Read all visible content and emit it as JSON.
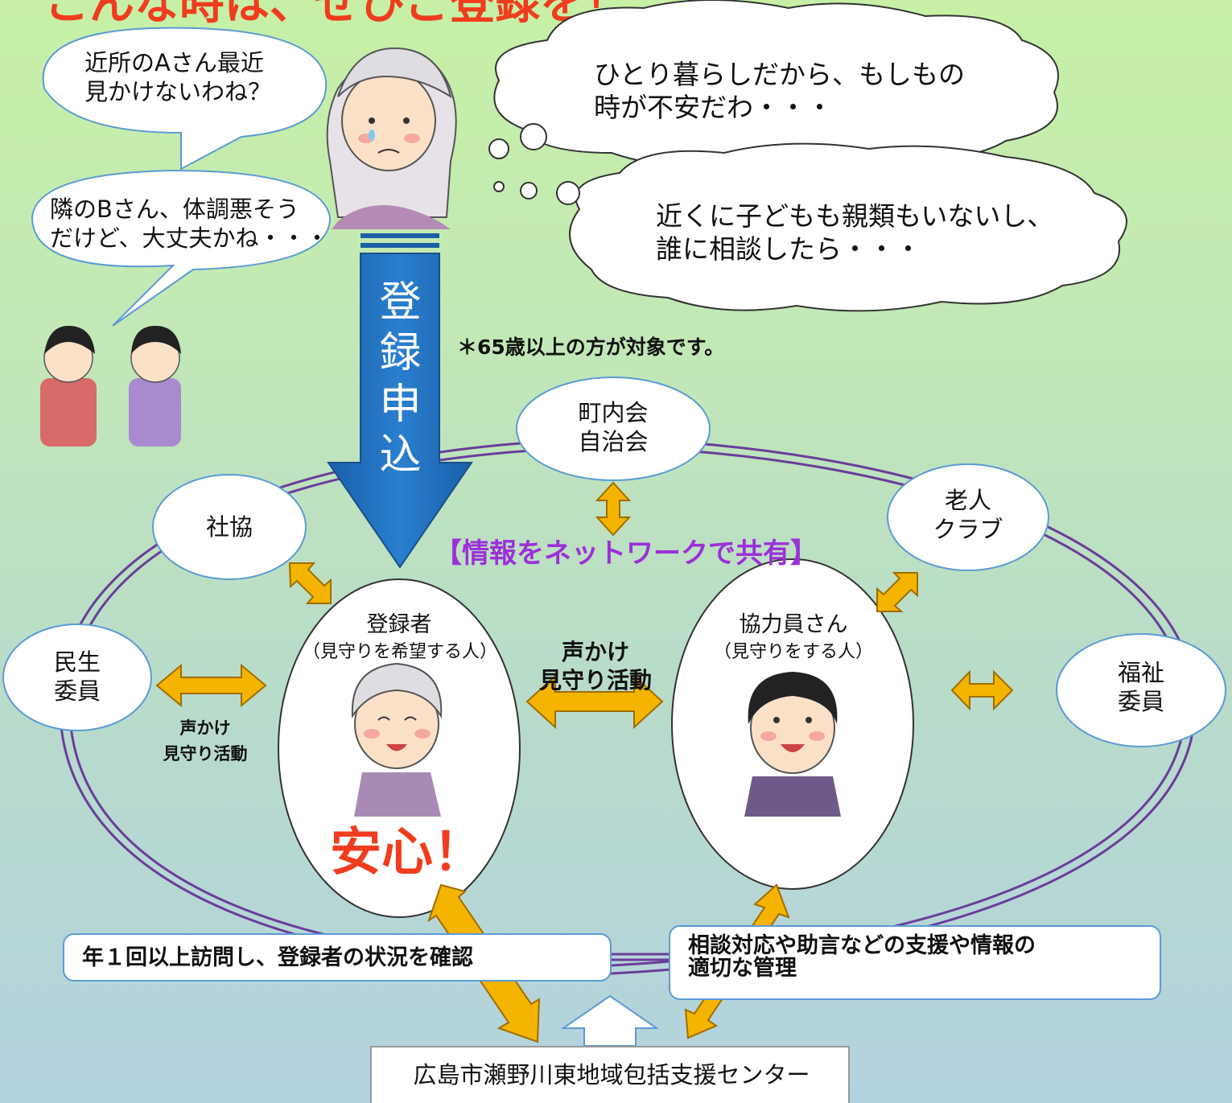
{
  "header": {
    "title_partial": "こんな時は、ぜひご登録を！"
  },
  "bubbles": {
    "neighbor_a": "近所のAさん最近\n見かけないわね？",
    "neighbor_b": "隣のBさん、体調悪そう\nだけど、大丈夫かね・・・",
    "thought_alone": "ひとり暮らしだから、もしもの\n時が不安だわ・・・",
    "thought_family": "近くに子どもも親類もいないし、\n誰に相談したら・・・"
  },
  "registration": {
    "arrow_label": "登\n録\n申\n込",
    "eligibility_note": "＊65歳以上の方が対象です。"
  },
  "network": {
    "share_label": "【情報をネットワークで共有】",
    "nodes": {
      "chonaikai": "町内会\n自治会",
      "shakyo": "社協",
      "roujin_club": "老人\nクラブ",
      "minsei": "民生\n委員",
      "fukushi": "福祉\n委員"
    }
  },
  "registrant": {
    "title": "登録者",
    "subtitle": "（見守りを希望する人）",
    "status": "安心！"
  },
  "helper": {
    "title": "協力員さん",
    "subtitle": "（見守りをする人）"
  },
  "activities": {
    "center_label": "声かけ\n見守り活動",
    "left_label": "声かけ\n見守り活動"
  },
  "boxes": {
    "visit": "年１回以上訪問し、登録者の状況を確認",
    "support": "相談対応や助言などの支援や情報の\n適切な管理"
  },
  "center": {
    "name": "広島市瀬野川東地域包括支援センター"
  },
  "colors": {
    "arrow_blue": "#1f6fbf",
    "network_ring": "#6a3d9a",
    "gold_arrow": "#f5b400",
    "anshin_red": "#f03c1e",
    "share_label_purple": "#9b30d9"
  }
}
